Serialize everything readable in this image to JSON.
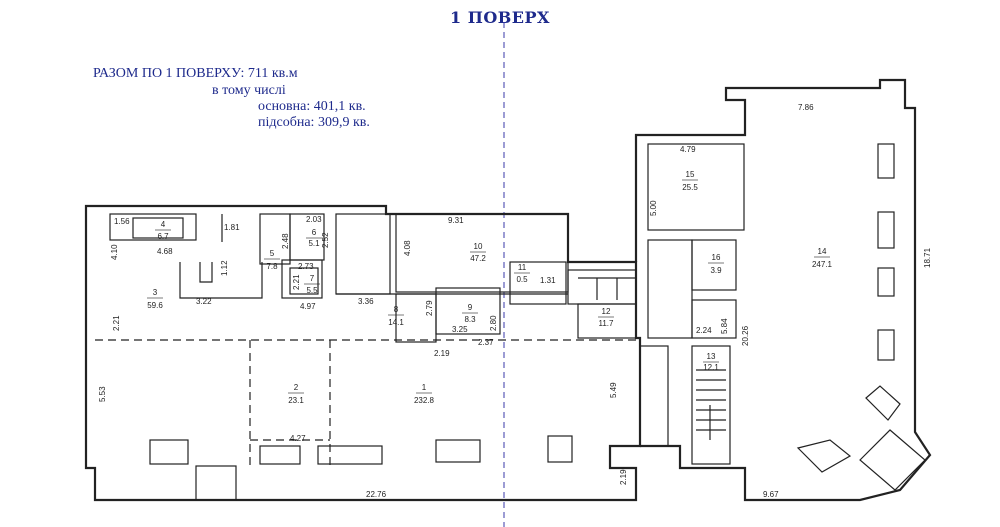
{
  "title": "1 ПОВЕРХ",
  "summary": {
    "total": "РАЗОМ ПО 1 ПОВЕРХУ: 711 кв.м",
    "including": "в тому числі",
    "main": "основна: 401,1 кв.",
    "auxiliary": "підсобна: 309,9 кв."
  },
  "rooms": [
    {
      "num": "1",
      "area": "232.8"
    },
    {
      "num": "2",
      "area": "23.1"
    },
    {
      "num": "3",
      "area": "59.6"
    },
    {
      "num": "4",
      "area": "6.7"
    },
    {
      "num": "5",
      "area": "7.8"
    },
    {
      "num": "6",
      "area": "5.1"
    },
    {
      "num": "7",
      "area": "5.5"
    },
    {
      "num": "8",
      "area": "14.1"
    },
    {
      "num": "9",
      "area": "8.3"
    },
    {
      "num": "10",
      "area": "47.2"
    },
    {
      "num": "11",
      "area": "0.5"
    },
    {
      "num": "12",
      "area": "11.7"
    },
    {
      "num": "13",
      "area": "12.1"
    },
    {
      "num": "14",
      "area": "247.1"
    },
    {
      "num": "15",
      "area": "25.5"
    },
    {
      "num": "16",
      "area": "3.9"
    }
  ],
  "dimensions": [
    "1.56",
    "4.68",
    "1.81",
    "2.03",
    "2.48",
    "2.52",
    "4.10",
    "1.12",
    "2.73",
    "2.21",
    "3.22",
    "4.97",
    "3.36",
    "2.21",
    "9.31",
    "4.08",
    "1.31",
    "2.79",
    "2.80",
    "3.25",
    "2.19",
    "2.37",
    "5.53",
    "4.27",
    "5.49",
    "22.76",
    "2.19",
    "4.79",
    "5.00",
    "7.86",
    "18.71",
    "20.26",
    "5.84",
    "2.24",
    "9.67"
  ]
}
